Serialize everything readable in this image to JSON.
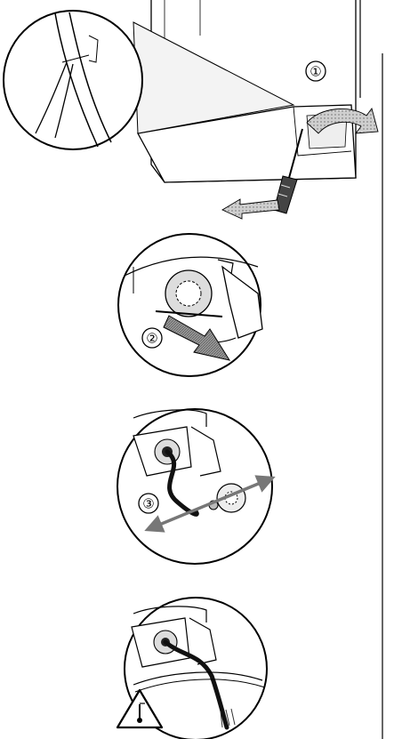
{
  "steps": [
    {
      "marker": "1",
      "description_shown": false
    },
    {
      "marker": "2",
      "description_shown": false
    },
    {
      "marker": "3",
      "description_shown": false
    }
  ],
  "warning": {
    "icon": "hot-surface-warning-icon"
  },
  "tools": {
    "icon": "screwdriver-icon"
  },
  "colors": {
    "ink": "#000000",
    "arrow_fill": "#8a8a8a",
    "paper": "#ffffff"
  }
}
